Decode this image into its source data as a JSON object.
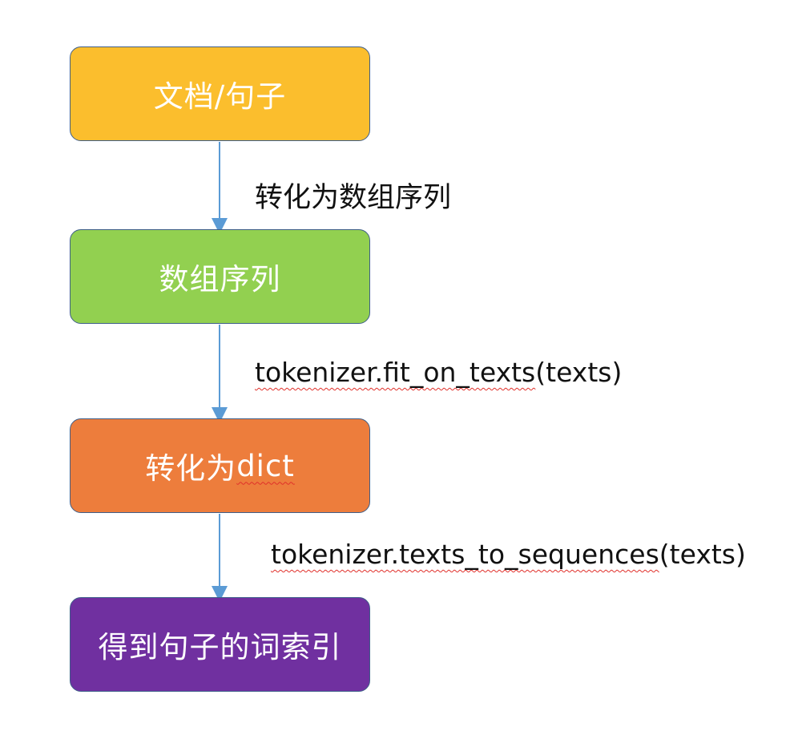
{
  "flow": {
    "steps": [
      {
        "label": "文档/句子",
        "color": "#fbbe2d"
      },
      {
        "label": "数组序列",
        "color": "#92d050"
      },
      {
        "label": "转化为",
        "label_suffix": "dict",
        "color": "#ed7d3c"
      },
      {
        "label": "得到句子的词索引",
        "color": "#7030a0"
      }
    ],
    "edges": [
      {
        "label": "转化为数组序列"
      },
      {
        "label_underlined": "tokenizer.fit_on_texts",
        "label_suffix": "(texts)"
      },
      {
        "label_underlined": "tokenizer.texts_to_sequences",
        "label_suffix": "(texts)"
      }
    ],
    "arrow_color": "#5b9bd5",
    "spellcheck_color": "#e0302a"
  }
}
